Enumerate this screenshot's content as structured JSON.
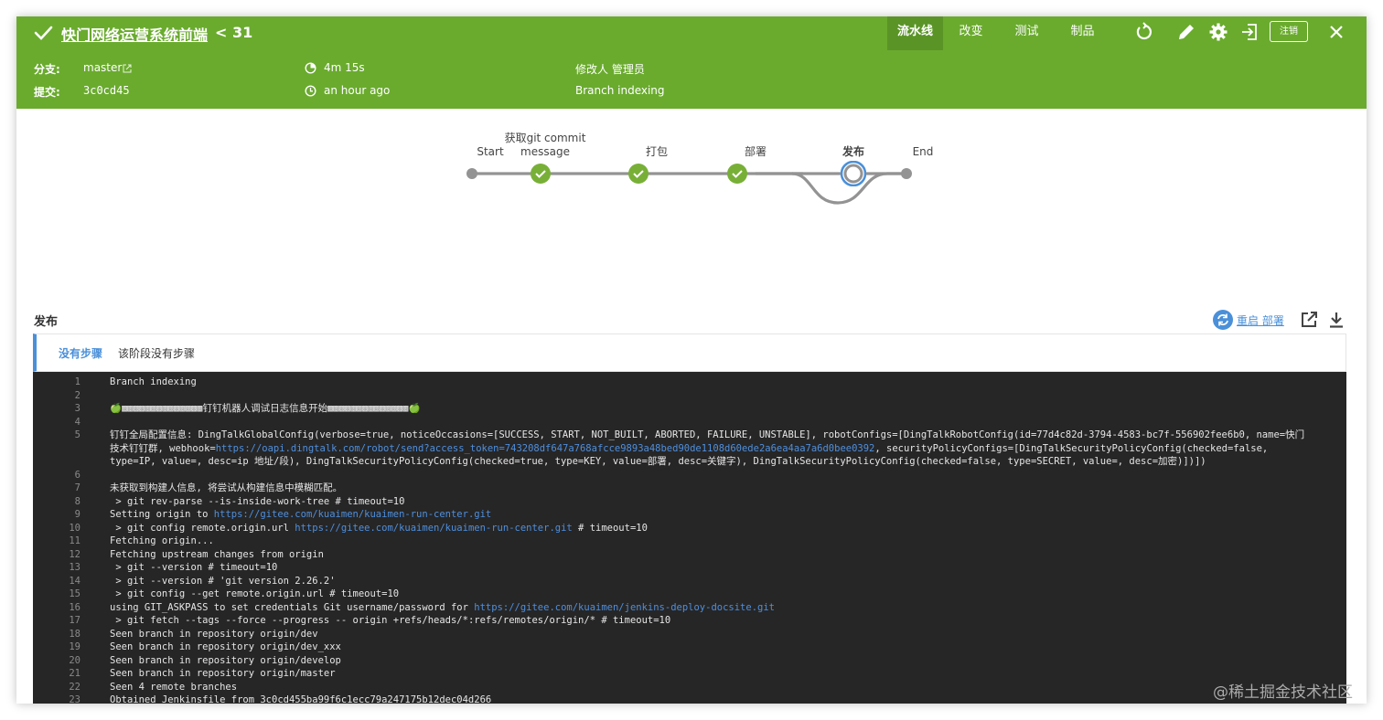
{
  "header": {
    "title": "快门网络运营系统前端",
    "run_number": "< 31",
    "tabs": [
      {
        "label": "流水线",
        "active": true
      },
      {
        "label": "改变",
        "active": false
      },
      {
        "label": "测试",
        "active": false
      },
      {
        "label": "制品",
        "active": false
      }
    ],
    "logout_label": "注销",
    "bg_color": "#6aab2e"
  },
  "meta": {
    "branch_label": "分支:",
    "branch_value": "master",
    "commit_label": "提交:",
    "commit_value": "3c0cd45",
    "duration": "4m 15s",
    "time_ago": "an hour ago",
    "changed_by": "修改人 管理员",
    "cause": "Branch indexing"
  },
  "pipeline": {
    "stages": [
      {
        "label": "Start",
        "status": "none"
      },
      {
        "label": "获取git commit message",
        "status": "success"
      },
      {
        "label": "打包",
        "status": "success"
      },
      {
        "label": "部署",
        "status": "success"
      },
      {
        "label": "发布",
        "status": "skipped-selected"
      },
      {
        "label": "End",
        "status": "none"
      }
    ]
  },
  "stage_detail": {
    "title": "发布",
    "restart_label": "重启 部署",
    "steps_tab": "没有步骤",
    "steps_message": "该阶段没有步骤"
  },
  "log_lines": [
    {
      "n": "1",
      "t": "Branch indexing"
    },
    {
      "n": "2",
      "t": ""
    },
    {
      "n": "3",
      "t": "🍏▩▩▩▩▩▩▩▩▩▩▩▩▩▩钉钉机器人调试日志信息开始▩▩▩▩▩▩▩▩▩▩▩▩▩▩🍏"
    },
    {
      "n": "4",
      "t": ""
    },
    {
      "n": "5",
      "t": "钉钉全局配置信息: DingTalkGlobalConfig(verbose=true, noticeOccasions=[SUCCESS, START, NOT_BUILT, ABORTED, FAILURE, UNSTABLE], robotConfigs=[DingTalkRobotConfig(id=77d4c82d-3794-4583-bc7f-556902fee6b0, name=快门技术钉钉群, webhook=",
      "link": "https://oapi.dingtalk.com/robot/send?access_token=743208df647a768afcce9893a48bed90de1108d60ede2a6ea4aa7a6d0bee0392",
      "t2": ", securityPolicyConfigs=[DingTalkSecurityPolicyConfig(checked=false, type=IP, value=, desc=ip 地址/段), DingTalkSecurityPolicyConfig(checked=true, type=KEY, value=部署, desc=关键字), DingTalkSecurityPolicyConfig(checked=false, type=SECRET, value=, desc=加密)])])"
    },
    {
      "n": "6",
      "t": ""
    },
    {
      "n": "7",
      "t": "未获取到构建人信息, 将尝试从构建信息中模糊匹配。"
    },
    {
      "n": "8",
      "t": " > git rev-parse --is-inside-work-tree # timeout=10"
    },
    {
      "n": "9",
      "t": "Setting origin to ",
      "link": "https://gitee.com/kuaimen/kuaimen-run-center.git",
      "t2": ""
    },
    {
      "n": "10",
      "t": " > git config remote.origin.url ",
      "link": "https://gitee.com/kuaimen/kuaimen-run-center.git",
      "t2": " # timeout=10"
    },
    {
      "n": "11",
      "t": "Fetching origin..."
    },
    {
      "n": "12",
      "t": "Fetching upstream changes from origin"
    },
    {
      "n": "13",
      "t": " > git --version # timeout=10"
    },
    {
      "n": "14",
      "t": " > git --version # 'git version 2.26.2'"
    },
    {
      "n": "15",
      "t": " > git config --get remote.origin.url # timeout=10"
    },
    {
      "n": "16",
      "t": "using GIT_ASKPASS to set credentials Git username/password for ",
      "link": "https://gitee.com/kuaimen/jenkins-deploy-docsite.git",
      "t2": ""
    },
    {
      "n": "17",
      "t": " > git fetch --tags --force --progress -- origin +refs/heads/*:refs/remotes/origin/* # timeout=10"
    },
    {
      "n": "18",
      "t": "Seen branch in repository origin/dev"
    },
    {
      "n": "19",
      "t": "Seen branch in repository origin/dev_xxx"
    },
    {
      "n": "20",
      "t": "Seen branch in repository origin/develop"
    },
    {
      "n": "21",
      "t": "Seen branch in repository origin/master"
    },
    {
      "n": "22",
      "t": "Seen 4 remote branches"
    },
    {
      "n": "23",
      "t": "Obtained Jenkinsfile from 3c0cd455ba99f6c1ecc79a247175b12dec04d266"
    }
  ],
  "watermark": "@稀土掘金技术社区"
}
